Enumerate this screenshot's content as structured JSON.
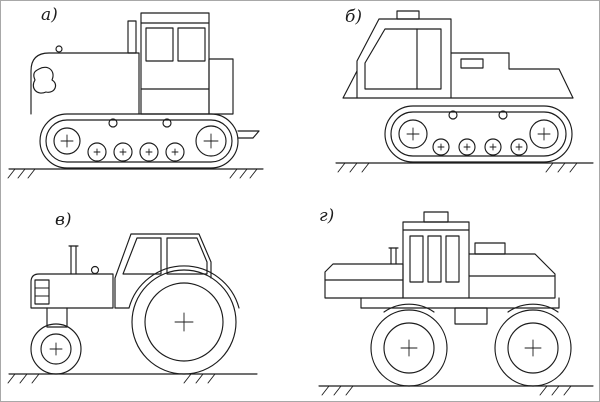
{
  "page": {
    "background_color": "#ffffff",
    "line_color": "#1c1c1c",
    "border_color": "#a8a8a8"
  },
  "figure": {
    "panels": [
      {
        "label": "а)",
        "name": "crawler-tractor-classic-side-view"
      },
      {
        "label": "б)",
        "name": "crawler-tractor-modern-side-view"
      },
      {
        "label": "в)",
        "name": "wheeled-farm-tractor-side-view"
      },
      {
        "label": "г)",
        "name": "wheeled-industrial-tractor-side-view"
      }
    ]
  }
}
